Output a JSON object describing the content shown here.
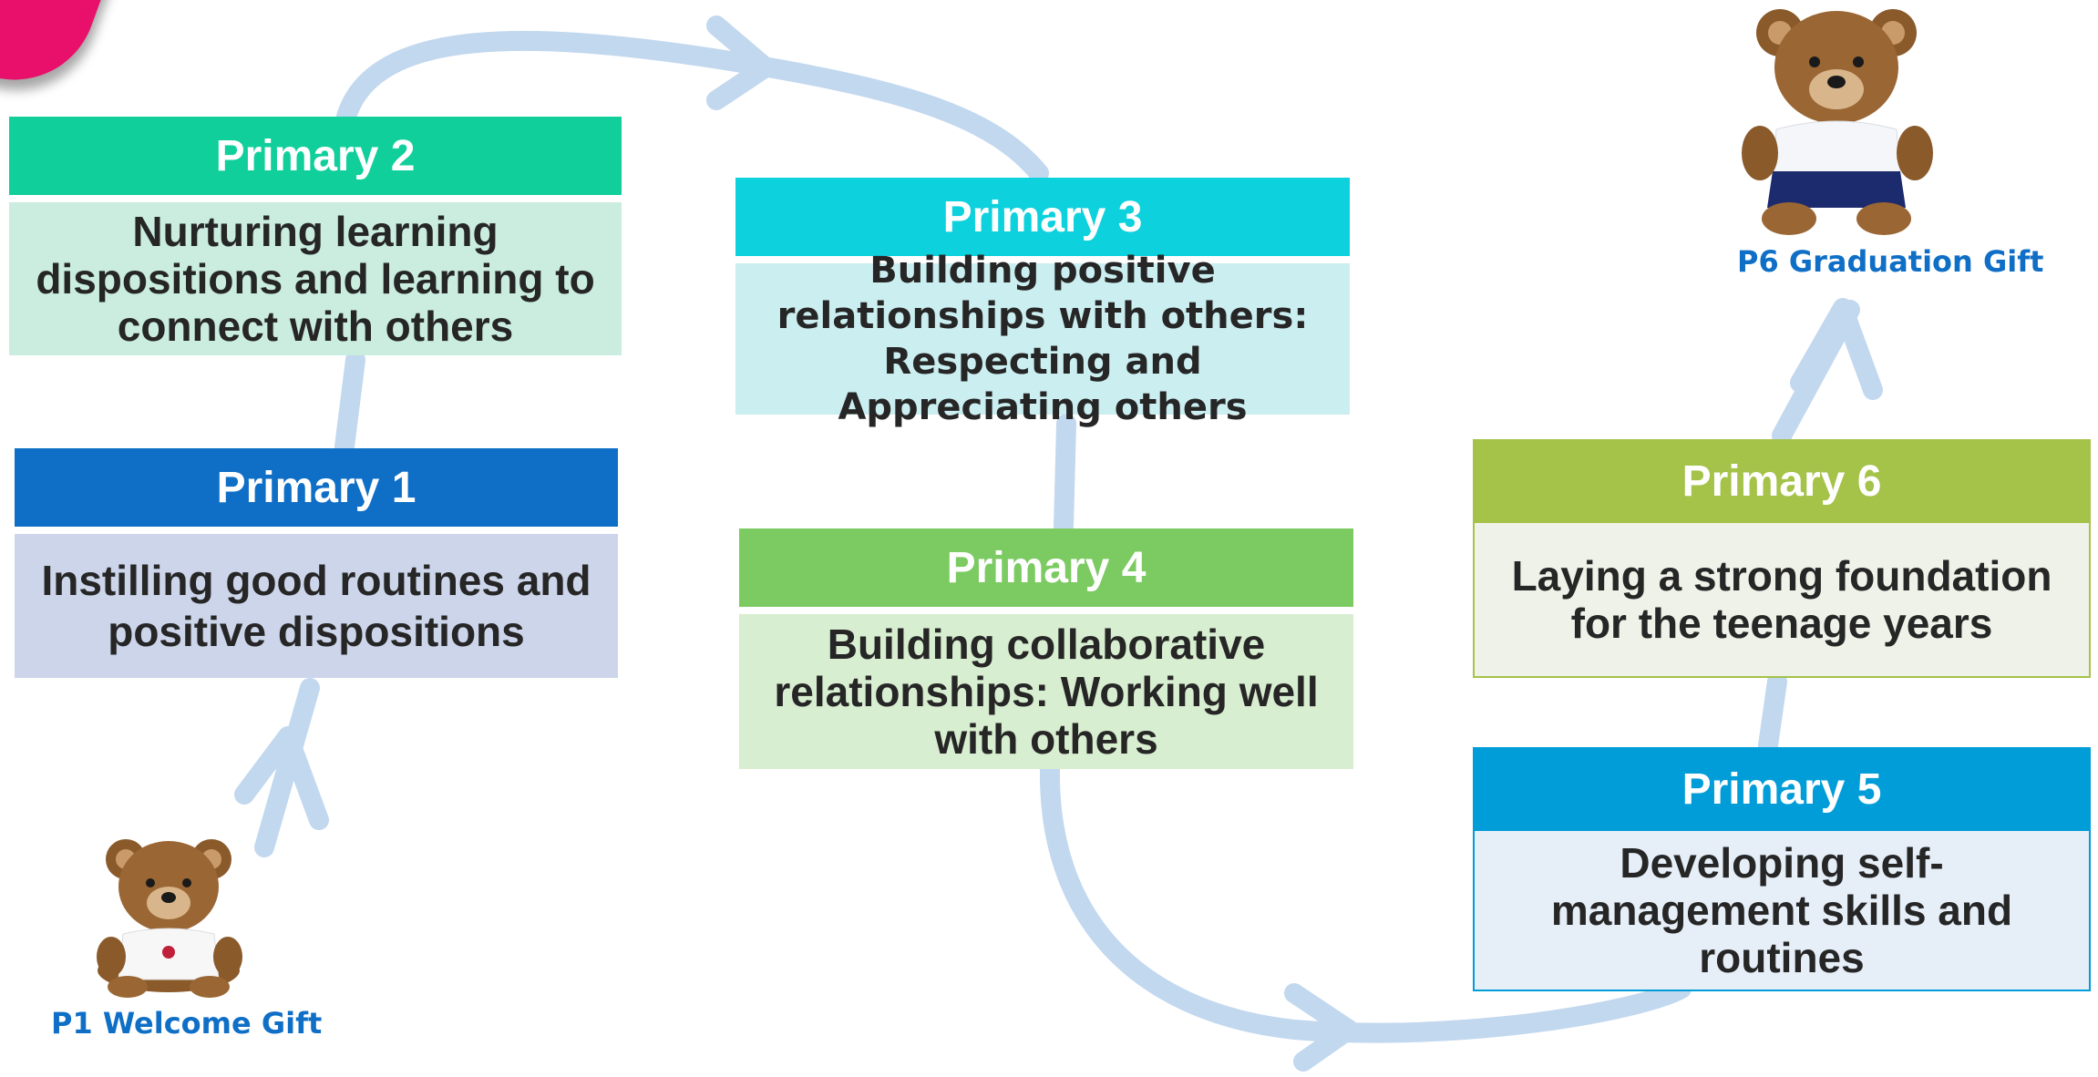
{
  "stages": [
    {
      "title": "Primary 1",
      "text": "Instilling good routines and positive dispositions",
      "header_color": "#0f6fc6",
      "body_color": "#ccd5ea"
    },
    {
      "title": "Primary 2",
      "text": "Nurturing learning dispositions and learning to connect with others",
      "header_color": "#10cf9b",
      "body_color": "#caede0"
    },
    {
      "title": "Primary 3",
      "text": "Building positive relationships with others: Respecting and Appreciating others",
      "header_color": "#0dd1dc",
      "body_color": "#cbeef1"
    },
    {
      "title": "Primary 4",
      "text": "Building collaborative relationships: Working well with others",
      "header_color": "#7cca62",
      "body_color": "#d8eed0"
    },
    {
      "title": "Primary 5",
      "text": "Developing self-management skills and routines",
      "header_color": "#009dd9",
      "body_color": "#e6eef8"
    },
    {
      "title": "Primary 6",
      "text": "Laying a strong foundation for the teenage years",
      "header_color": "#a5c249",
      "body_color": "#eef2e8"
    }
  ],
  "gifts": {
    "welcome": "P1 Welcome Gift",
    "graduation": "P6 Graduation Gift"
  },
  "colors": {
    "path": "#c2d8ef",
    "accent": "#e8106a",
    "caption": "#0f6fc6"
  }
}
